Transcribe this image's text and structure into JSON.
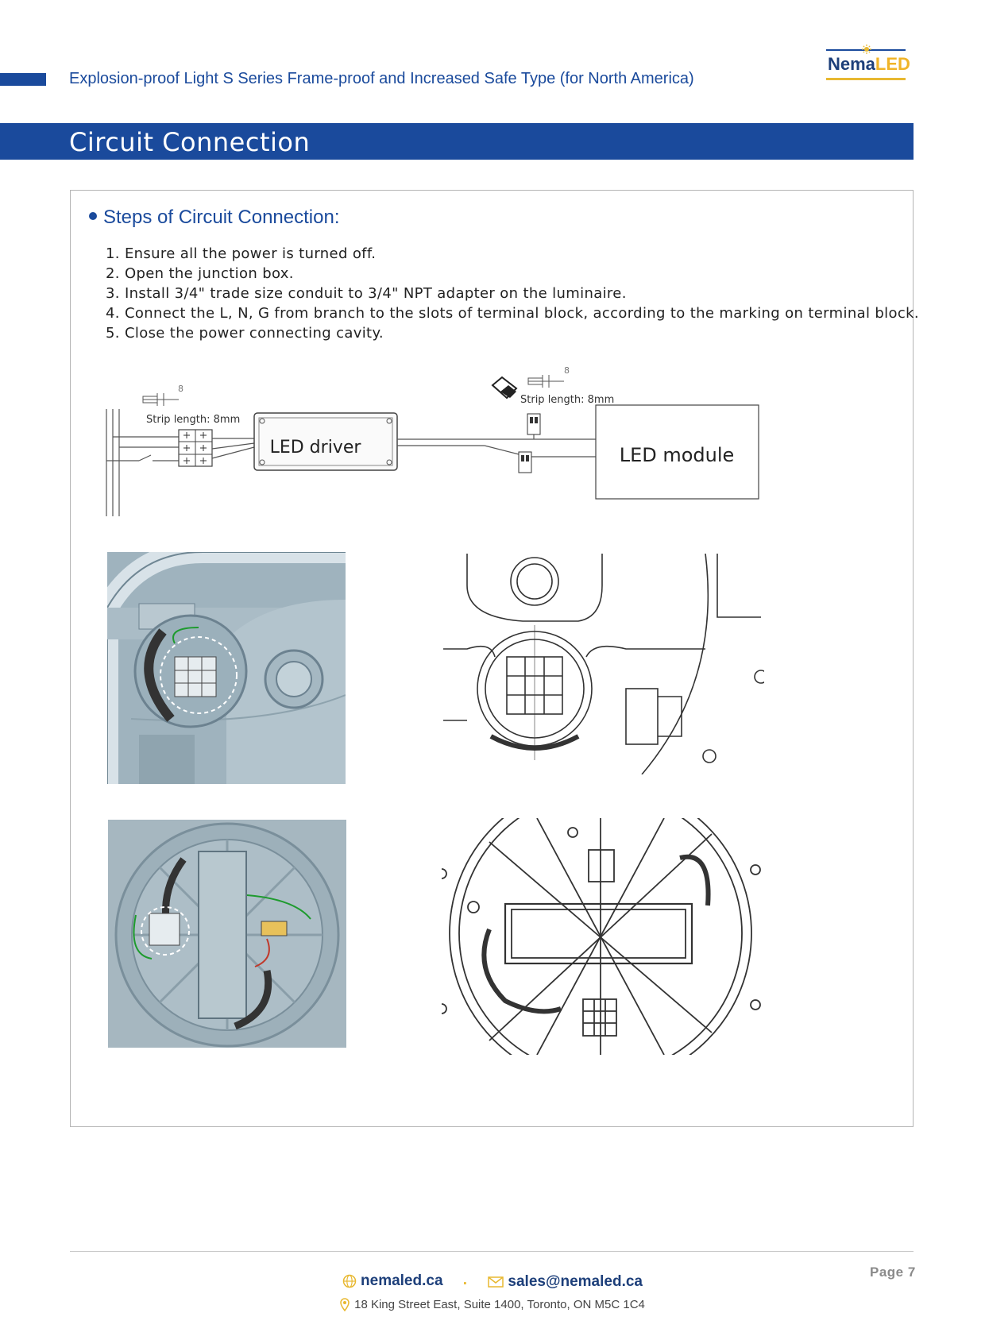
{
  "header": {
    "subtitle": "Explosion-proof Light S Series Frame-proof and Increased Safe Type (for North America)",
    "logo_text_1": "Nema",
    "logo_text_2": "LED",
    "accent_color": "#1a4a9c",
    "brand_gold": "#e8b830"
  },
  "section": {
    "title": "Circuit Connection"
  },
  "steps": {
    "heading": "Steps of Circuit Connection:",
    "items": [
      "1. Ensure all the power is turned off.",
      "2. Open the junction box.",
      "3. Install 3/4\" trade size conduit to 3/4\" NPT adapter on the luminaire.",
      "4. Connect the L, N, G from branch to the slots of terminal block, according to the marking on terminal block.",
      "5. Close the power connecting cavity."
    ]
  },
  "diagram": {
    "strip_label_left": "Strip length: 8mm",
    "strip_label_right": "Strip length: 8mm",
    "dim_left": "8",
    "dim_right": "8",
    "driver_label": "LED driver",
    "module_label": "LED module"
  },
  "footer": {
    "website": "nemaled.ca",
    "email": "sales@nemaled.ca",
    "address": "18 King Street East, Suite 1400, Toronto, ON M5C 1C4",
    "page": "Page 7",
    "separator": "·",
    "icons": [
      "globe-icon",
      "mail-icon",
      "location-pin-icon"
    ]
  }
}
